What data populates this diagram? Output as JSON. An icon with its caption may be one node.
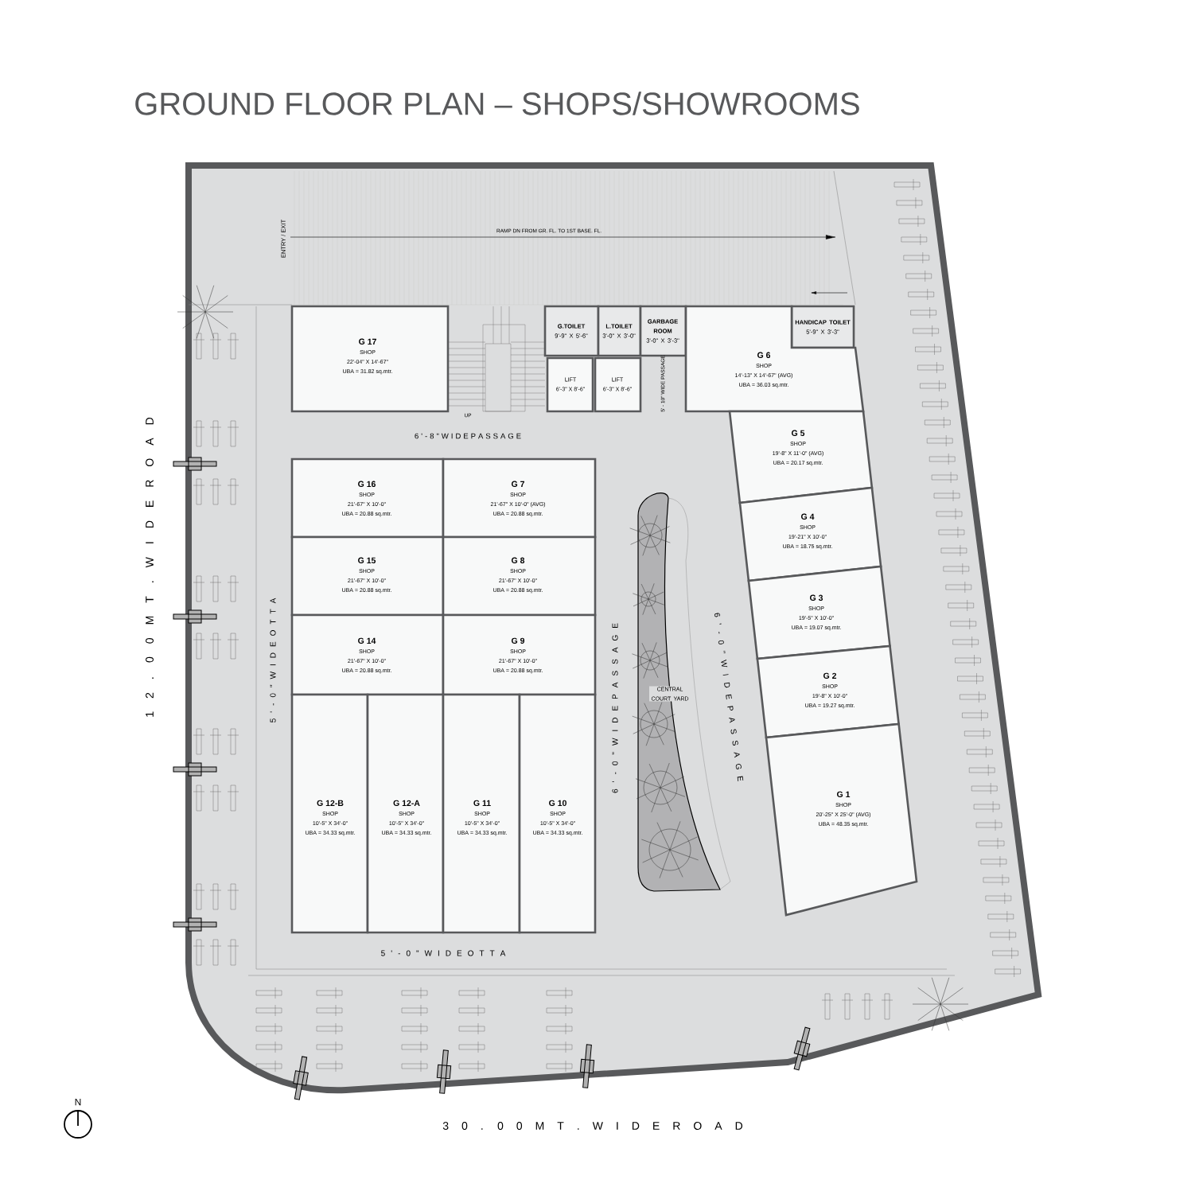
{
  "diagram": {
    "title": "GROUND FLOOR PLAN – SHOPS/SHOWROOMS",
    "nodes": [
      {
        "text": [
          "G 17",
          "SHOP",
          "22'-04\" X 14'-67\"",
          "UBA = 31.82 sq.mtr."
        ]
      },
      {
        "text": [
          "G.TOILET",
          "9'-9\" X 5'-6\""
        ]
      },
      {
        "text": [
          "L.TOILET",
          "3'-0\" X 3'-0\""
        ]
      },
      {
        "text": [
          "GARBAGE ROOM",
          "3'-0\" X 3'-3\""
        ]
      },
      {
        "text": [
          "HANDICAP TOILET",
          "5'-9\" X 3'-3\""
        ]
      },
      {
        "text": [
          "LIFT",
          "6'-3\" X 8'-6\""
        ]
      },
      {
        "text": [
          "LIFT",
          "6'-3\" X 8'-6\""
        ]
      },
      {
        "text": [
          "G 6",
          "SHOP",
          "14'-13\" X 14'-67\" (AVG)",
          "UBA = 36.03 sq.mtr."
        ]
      },
      {
        "text": [
          "G 16",
          "SHOP",
          "21'-67\" X 10'-0\"",
          "UBA = 20.88 sq.mtr."
        ]
      },
      {
        "text": [
          "G 7",
          "SHOP",
          "21'-67\" X 10'-0\" (AVG)",
          "UBA = 20.88 sq.mtr."
        ]
      },
      {
        "text": [
          "G 5",
          "SHOP",
          "19'-8\" X 11'-0\" (AVG)",
          "UBA = 20.17 sq.mtr."
        ]
      },
      {
        "text": [
          "G 15",
          "SHOP",
          "21'-67\" X 10'-0\"",
          "UBA = 20.88 sq.mtr."
        ]
      },
      {
        "text": [
          "G 8",
          "SHOP",
          "21'-67\" X 10'-0\"",
          "UBA = 20.88 sq.mtr."
        ]
      },
      {
        "text": [
          "G 4",
          "SHOP",
          "19'-21\" X 10'-0\"",
          "UBA = 18.75 sq.mtr."
        ]
      },
      {
        "text": [
          "G 14",
          "SHOP",
          "21'-67\" X 10'-0\"",
          "UBA = 20.88 sq.mtr."
        ]
      },
      {
        "text": [
          "G 9",
          "SHOP",
          "21'-67\" X 10'-0\"",
          "UBA = 20.88 sq.mtr."
        ]
      },
      {
        "text": [
          "G 3",
          "SHOP",
          "19'-5\" X 10'-0\"",
          "UBA = 19.07 sq.mtr."
        ]
      },
      {
        "text": [
          "G 2",
          "SHOP",
          "19'-8\" X 10'-0\"",
          "UBA = 19.27 sq.mtr."
        ]
      },
      {
        "text": [
          "CENTRAL COURT YARD"
        ]
      },
      {
        "text": [
          "G 12-B",
          "SHOP",
          "10'-5\" X 34'-0\"",
          "UBA = 34.33 sq.mtr."
        ]
      },
      {
        "text": [
          "G 12-A",
          "SHOP",
          "10'-5\" X 34'-0\"",
          "UBA = 34.33 sq.mtr."
        ]
      },
      {
        "text": [
          "G 11",
          "SHOP",
          "10'-5\" X 34'-0\"",
          "UBA = 34.33 sq.mtr."
        ]
      },
      {
        "text": [
          "G 10",
          "SHOP",
          "10'-5\" X 34'-0\"",
          "UBA = 34.33 sq.mtr."
        ]
      },
      {
        "text": [
          "G 1",
          "SHOP",
          "20'-25\" X 25'-0\" (AVG)",
          "UBA = 48.35 sq.mtr."
        ]
      }
    ],
    "labels": [
      "RAMP DN FROM GR. FL. TO 1ST BASE. FL.",
      "ENTRY / EXIT",
      "UP",
      "5' - 10\" WIDE PASSAGE",
      "6 ' - 8 \" W I D E P A S S A G E",
      "5 ' - 0 \" W I D E O T T A",
      "6 ' - 0 \" W I D E P A S S A G E",
      "6 ' - 0 \" W I D E P A S S A G E",
      "5 ' - 0 \" W I D E O T T A",
      "1 2 . 0 0 M T . W I D E R O A D",
      "3 0 . 0 0 M T . W I D E R O A D",
      "N"
    ]
  }
}
